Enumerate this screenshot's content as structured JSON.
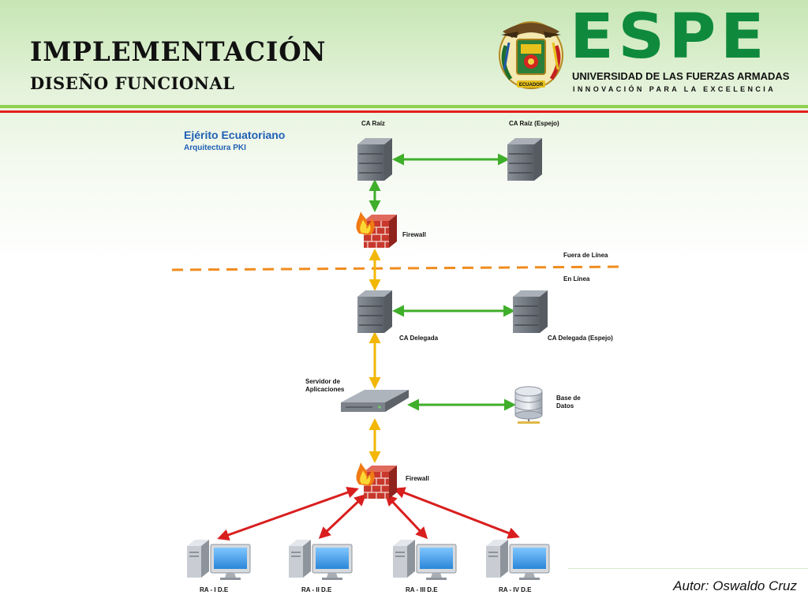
{
  "slide": {
    "title": "IMPLEMENTACIÓN",
    "subtitle": "DISEÑO FUNCIONAL",
    "author": "Autor: Oswaldo Cruz"
  },
  "logo": {
    "name": "ESPE",
    "university": "UNIVERSIDAD DE LAS FUERZAS ARMADAS",
    "tagline": "INNOVACIÓN PARA LA EXCELENCIA",
    "seal_text": "ECUADOR",
    "brand_color": "#0f8a3c"
  },
  "diagram": {
    "heading": "Ejérito Ecuatoriano",
    "subheading": "Arquitectura PKI",
    "zones": {
      "offline": "Fuera de Línea",
      "online": "En Línea"
    },
    "nodes": {
      "ca_root": {
        "label": "CA Raíz",
        "icon": "server-icon"
      },
      "ca_root_mirror": {
        "label": "CA Raíz (Espejo)",
        "icon": "server-icon"
      },
      "firewall_top": {
        "label": "Firewall",
        "icon": "firewall-icon"
      },
      "ca_delegated": {
        "label": "CA Delegada",
        "icon": "server-icon"
      },
      "ca_delegated_mirror": {
        "label": "CA Delegada (Espejo)",
        "icon": "server-icon"
      },
      "app_server": {
        "label_line1": "Servidor de",
        "label_line2": "Aplicaciones",
        "icon": "network-appliance-icon"
      },
      "database": {
        "label_line1": "Base de",
        "label_line2": "Datos",
        "icon": "database-icon"
      },
      "firewall_bottom": {
        "label": "Firewall",
        "icon": "firewall-icon"
      }
    },
    "workstations": [
      {
        "label": "RA - I D.E",
        "icon": "computer-icon"
      },
      {
        "label": "RA - II D.E",
        "icon": "computer-icon"
      },
      {
        "label": "RA - III D.E",
        "icon": "computer-icon"
      },
      {
        "label": "RA - IV D.E",
        "icon": "computer-icon"
      }
    ],
    "colors": {
      "mirror_link": "#3fae2a",
      "chain_link": "#f2b705",
      "ra_link": "#d91e1e",
      "zone_divider": "#f08c1e",
      "heading": "#1f5fb5"
    }
  }
}
